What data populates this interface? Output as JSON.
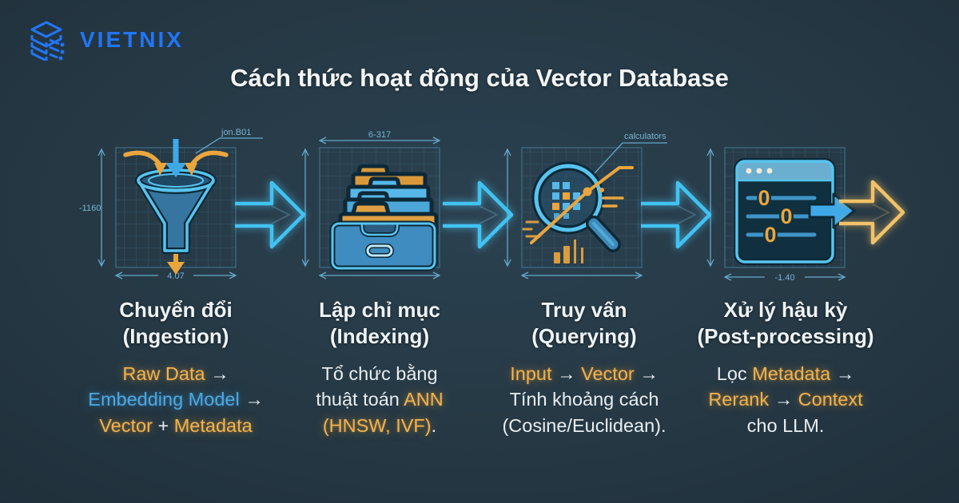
{
  "header": {
    "brand": "VIETNIX",
    "title": "Cách thức hoạt động của Vector Database"
  },
  "colors": {
    "background": "#243744",
    "blueprint_blue": "#41c3f2",
    "icon_blue_fill": "#3f8cc0",
    "accent_orange": "#e9a63f",
    "text_white": "#e9eef1",
    "text_orange": "#f2b24d",
    "text_blue": "#4da8e2",
    "logo_blue": "#2176f5",
    "final_arrow_orange": "#f1c268"
  },
  "flow": {
    "arrow_colors": [
      "#41c3f2",
      "#41c3f2",
      "#41c3f2",
      "#f1c268"
    ]
  },
  "stages": [
    {
      "name_vi": "Chuyển đổi",
      "name_en": "(Ingestion)",
      "icon": "funnel-icon",
      "annotations": {
        "callout": "jon.B01",
        "left_dim": "-1160",
        "bottom_dim": "4.07"
      },
      "lines": [
        [
          {
            "text": "Raw Data",
            "color": "orange"
          },
          {
            "text": " →",
            "color": "white"
          }
        ],
        [
          {
            "text": "Embedding Model",
            "color": "blue"
          },
          {
            "text": " →",
            "color": "white"
          }
        ],
        [
          {
            "text": "Vector",
            "color": "orange"
          },
          {
            "text": " + ",
            "color": "white"
          },
          {
            "text": "Metadata",
            "color": "orange"
          }
        ]
      ]
    },
    {
      "name_vi": "Lập chỉ mục",
      "name_en": "(Indexing)",
      "icon": "file-drawer-icon",
      "annotations": {
        "top_dim": "6-317"
      },
      "lines": [
        [
          {
            "text": "Tổ chức bằng",
            "color": "white"
          }
        ],
        [
          {
            "text": "thuật toán ",
            "color": "white"
          },
          {
            "text": "ANN",
            "color": "orange"
          }
        ],
        [
          {
            "text": "(HNSW, IVF)",
            "color": "orange"
          },
          {
            "text": ".",
            "color": "white"
          }
        ]
      ]
    },
    {
      "name_vi": "Truy vấn",
      "name_en": "(Querying)",
      "icon": "magnifier-icon",
      "annotations": {
        "callout": "calculators"
      },
      "lines": [
        [
          {
            "text": "Input",
            "color": "orange"
          },
          {
            "text": " → ",
            "color": "white"
          },
          {
            "text": "Vector",
            "color": "orange"
          },
          {
            "text": " →",
            "color": "white"
          }
        ],
        [
          {
            "text": "Tính khoảng cách",
            "color": "white"
          }
        ],
        [
          {
            "text": "(Cosine/Euclidean).",
            "color": "white"
          }
        ]
      ]
    },
    {
      "name_vi": "Xử lý hậu kỳ",
      "name_en": "(Post-processing)",
      "icon": "settings-window-icon",
      "annotations": {
        "bottom_dim": "-1.40"
      },
      "lines": [
        [
          {
            "text": "Lọc ",
            "color": "white"
          },
          {
            "text": "Metadata",
            "color": "orange"
          },
          {
            "text": " →",
            "color": "white"
          }
        ],
        [
          {
            "text": "Rerank",
            "color": "orange"
          },
          {
            "text": " → ",
            "color": "white"
          },
          {
            "text": "Context",
            "color": "orange"
          }
        ],
        [
          {
            "text": "cho LLM.",
            "color": "white"
          }
        ]
      ]
    }
  ]
}
